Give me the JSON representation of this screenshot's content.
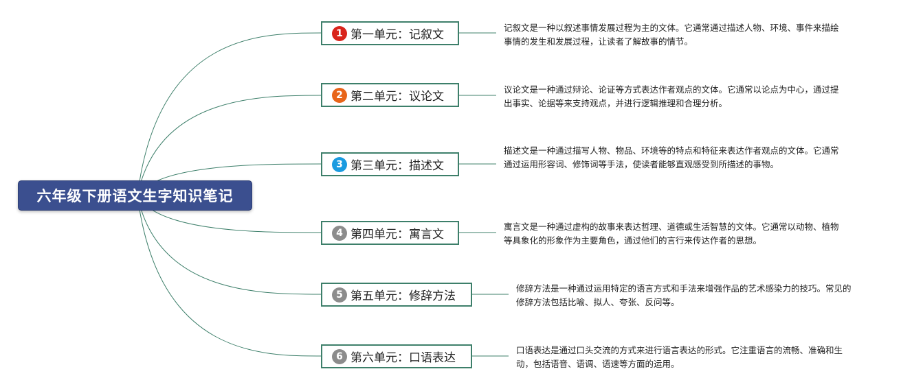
{
  "root": {
    "title": "六年级下册语文生字知识笔记"
  },
  "units": [
    {
      "num": "1",
      "label": "第一单元：记叙文",
      "badge_color": "#d9241b",
      "note": "记叙文是一种以叙述事情发展过程为主的文体。它通常通过描述人物、环境、事件来描绘事情的发生和发展过程，让读者了解故事的情节。"
    },
    {
      "num": "2",
      "label": "第二单元：议论文",
      "badge_color": "#e8651a",
      "note": "议论文是一种通过辩论、论证等方式表达作者观点的文体。它通常以论点为中心，通过提出事实、论据等来支持观点，并进行逻辑推理和合理分析。"
    },
    {
      "num": "3",
      "label": "第三单元：描述文",
      "badge_color": "#1a9be0",
      "note": "描述文是一种通过描写人物、物品、环境等的特点和特征来表达作者观点的文体。它通常通过运用形容词、修饰词等手法，使读者能够直观感受到所描述的事物。"
    },
    {
      "num": "4",
      "label": "第四单元：寓言文",
      "badge_color": "#8c8c8c",
      "note": "寓言文是一种通过虚构的故事来表达哲理、道德或生活智慧的文体。它通常以动物、植物等具象化的形象作为主要角色，通过他们的言行来传达作者的思想。"
    },
    {
      "num": "5",
      "label": "第五单元：修辞方法",
      "badge_color": "#8c8c8c",
      "note": "修辞方法是一种通过运用特定的语言方式和手法来增强作品的艺术感染力的技巧。常见的修辞方法包括比喻、拟人、夸张、反问等。"
    },
    {
      "num": "6",
      "label": "第六单元：口语表达",
      "badge_color": "#8c8c8c",
      "note": "口语表达是通过口头交流的方式来进行语言表达的形式。它注重语言的流畅、准确和生动，包括语音、语调、语速等方面的运用。"
    }
  ],
  "colors": {
    "connector": "#3d7f6a"
  }
}
